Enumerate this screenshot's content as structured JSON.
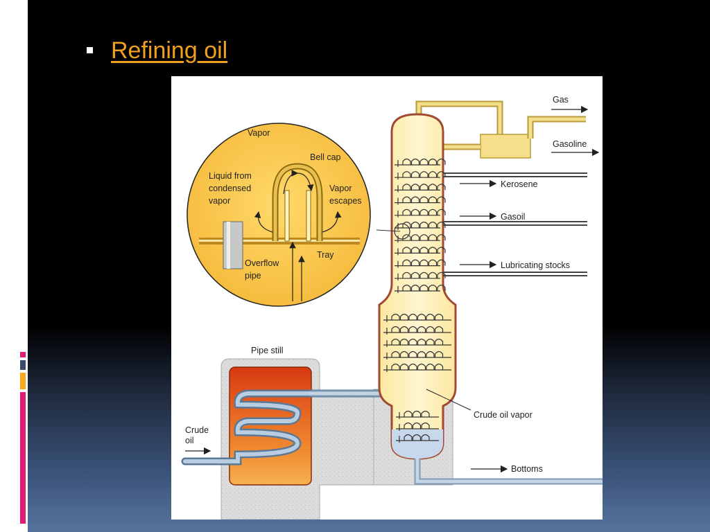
{
  "slide": {
    "title": "Refining oil",
    "accent_colors": [
      "#e21a73",
      "#3b4a6a",
      "#f7a81b",
      "#e21a73"
    ]
  },
  "diagram": {
    "pipe_still_label": "Pipe still",
    "crude_oil_label": [
      "Crude",
      "oil"
    ],
    "products": {
      "gas": "Gas",
      "gasoline": "Gasoline",
      "kerosene": "Kerosene",
      "gasoil": "Gasoil",
      "lubricating": "Lubricating stocks",
      "crude_vapor": "Crude oil vapor",
      "bottoms": "Bottoms"
    },
    "inset": {
      "vapor": "Vapor",
      "bell_cap": "Bell cap",
      "liquid_lines": [
        "Liquid from",
        "condensed",
        "vapor"
      ],
      "vapor_escapes": [
        "Vapor",
        "escapes"
      ],
      "overflow": [
        "Overflow",
        "pipe"
      ],
      "tray": "Tray"
    }
  }
}
